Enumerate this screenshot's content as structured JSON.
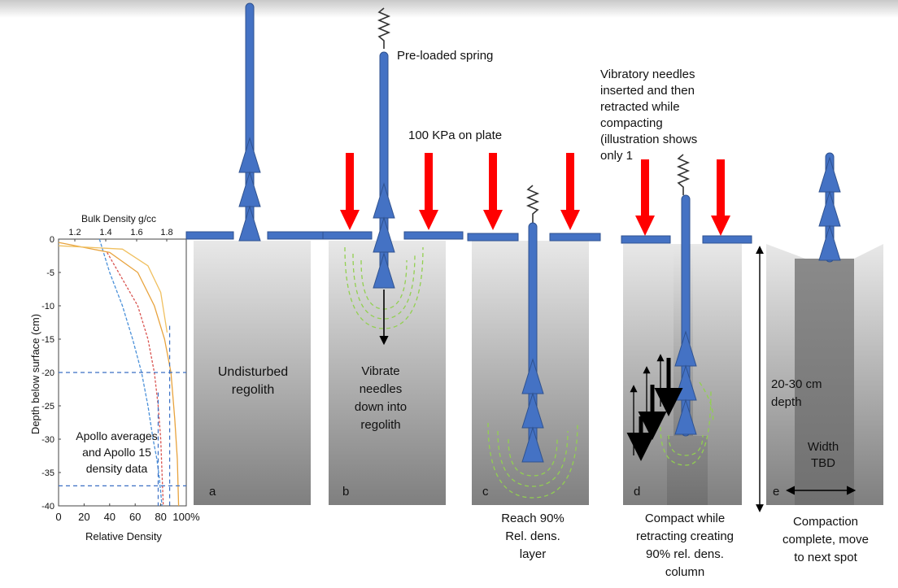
{
  "chart_data": {
    "type": "line",
    "title": "",
    "top_axis_label": "Bulk Density g/cc",
    "top_ticks": [
      "1.2",
      "1.4",
      "1.6",
      "1.8"
    ],
    "xlabel": "Relative Density",
    "ylabel": "Depth below surface (cm)",
    "xticks": [
      "0",
      "20",
      "40",
      "60",
      "80",
      "100%"
    ],
    "yticks": [
      "0",
      "-5",
      "-10",
      "-15",
      "-20",
      "-25",
      "-30",
      "-35",
      "-40"
    ],
    "xlim": [
      0,
      100
    ],
    "ylim": [
      -40,
      0
    ],
    "annotation": "Apollo averages and Apollo 15 density data",
    "series": [
      {
        "color": "#4a90d9",
        "x": [
          32,
          40,
          50,
          58,
          65,
          70,
          74,
          77,
          79,
          80,
          81
        ],
        "y": [
          0,
          -5,
          -10,
          -15,
          -20,
          -25,
          -30,
          -33,
          -36,
          -38,
          -40
        ]
      },
      {
        "color": "#d9534f",
        "x": [
          38,
          50,
          62,
          70,
          75,
          78,
          80,
          81,
          82
        ],
        "y": [
          -2,
          -6,
          -10,
          -15,
          -20,
          -25,
          -30,
          -35,
          -40
        ]
      },
      {
        "color": "#e8a33d",
        "x": [
          0,
          40,
          62,
          75,
          83,
          88,
          91,
          93,
          94
        ],
        "y": [
          -0.5,
          -2,
          -5,
          -10,
          -15,
          -20,
          -27,
          -33,
          -40
        ]
      },
      {
        "color": "#f0c060",
        "x": [
          0,
          50,
          70,
          80,
          85
        ],
        "y": [
          -1,
          -1.5,
          -4,
          -8,
          -14
        ]
      }
    ],
    "dashed_lines": [
      {
        "kind": "h",
        "value": -20,
        "color": "#3a6fc4"
      },
      {
        "kind": "h",
        "value": -37,
        "color": "#3a6fc4"
      },
      {
        "kind": "v",
        "value": 87,
        "from": -13,
        "to": -40,
        "color": "#3a6fc4"
      },
      {
        "kind": "v",
        "value": 78,
        "from": -23,
        "to": -40,
        "color": "#3a6fc4"
      }
    ]
  },
  "labels": {
    "preloaded_spring": "Pre-loaded spring",
    "pressure": "100 KPa on plate",
    "vibratory": [
      "Vibratory needles",
      "inserted and then",
      "retracted while",
      "compacting",
      "(illustration shows",
      "only 1"
    ],
    "undisturbed": [
      "Undisturbed",
      "regolith"
    ],
    "vibrate": [
      "Vibrate",
      "needles",
      "down into",
      "regolith"
    ],
    "reach": [
      "Reach 90%",
      "Rel. dens.",
      "layer"
    ],
    "compact": [
      "Compact while",
      "retracting creating",
      "90% rel. dens.",
      "column"
    ],
    "complete": [
      "Compaction",
      "complete, move",
      "to next spot"
    ],
    "depth": [
      "20-30 cm",
      "depth"
    ],
    "width": [
      "Width",
      "TBD"
    ],
    "apollo": [
      "Apollo averages",
      "and Apollo 15",
      "density data"
    ]
  },
  "panels": [
    "a",
    "b",
    "c",
    "d",
    "e"
  ],
  "colors": {
    "needle": "#4472c4",
    "needle_edge": "#2f528f",
    "arrow": "#ff0000",
    "glow": "#92d050"
  }
}
